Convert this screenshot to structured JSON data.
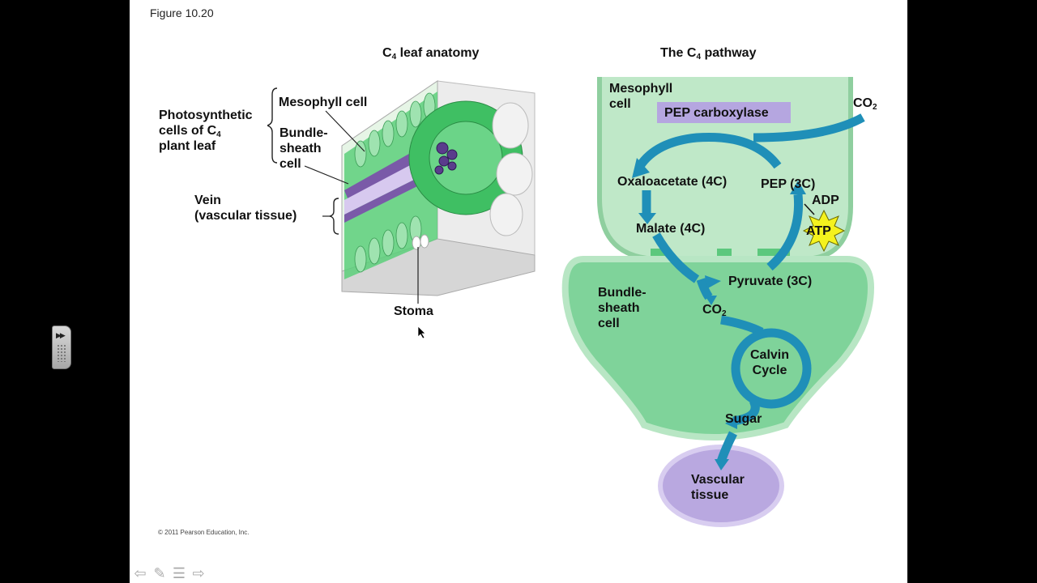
{
  "figure_label": "Figure 10.20",
  "copyright": "© 2011 Pearson Education, Inc.",
  "left_panel": {
    "title_prefix": "C",
    "title_sub": "4",
    "title_suffix": " leaf anatomy",
    "labels": {
      "photosynthetic_line1": "Photosynthetic",
      "photosynthetic_line2": "cells of C",
      "photosynthetic_sub": "4",
      "photosynthetic_line3": "plant leaf",
      "mesophyll": "Mesophyll cell",
      "bundle_line1": "Bundle-",
      "bundle_line2": "sheath",
      "bundle_line3": "cell",
      "vein_line1": "Vein",
      "vein_line2": "(vascular tissue)",
      "stoma": "Stoma"
    }
  },
  "right_panel": {
    "title_prefix": "The C",
    "title_sub": "4",
    "title_suffix": " pathway",
    "mesophyll_line1": "Mesophyll",
    "mesophyll_line2": "cell",
    "enzyme": "PEP carboxylase",
    "co2_in": "CO",
    "co2_sub": "2",
    "oxaloacetate": "Oxaloacetate (4C)",
    "pep": "PEP (3C)",
    "adp": "ADP",
    "atp": "ATP",
    "malate": "Malate (4C)",
    "pyruvate": "Pyruvate (3C)",
    "bundle_line1": "Bundle-",
    "bundle_line2": "sheath",
    "bundle_line3": "cell",
    "co2_bs": "CO",
    "co2_bs_sub": "2",
    "calvin_line1": "Calvin",
    "calvin_line2": "Cycle",
    "sugar": "Sugar",
    "vascular_line1": "Vascular",
    "vascular_line2": "tissue"
  },
  "colors": {
    "mesophyll_fill": "#bfe8c8",
    "bundle_fill": "#7fd39a",
    "arrow": "#1f8fb8",
    "vascular": "#b9a8e0",
    "atp": "#f4f21e"
  },
  "player": {
    "side_tab_icon": "fast-forward-icon",
    "nav": [
      "back-arrow-icon",
      "pen-icon",
      "notes-icon",
      "forward-arrow-icon"
    ]
  }
}
